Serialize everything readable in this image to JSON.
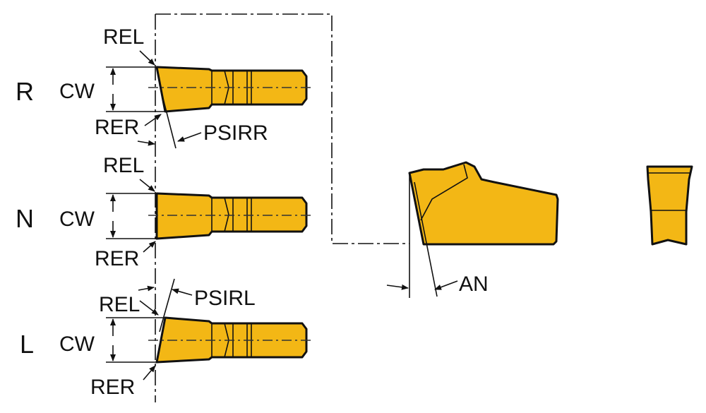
{
  "colors": {
    "insert_fill": "#f3b715",
    "outline": "#111111",
    "background": "#ffffff"
  },
  "views": [
    {
      "variant": "R",
      "labels": {
        "top_edge": "REL",
        "width": "CW",
        "bottom_edge": "RER",
        "angle": "PSIRR"
      }
    },
    {
      "variant": "N",
      "labels": {
        "top_edge": "REL",
        "width": "CW",
        "bottom_edge": "RER"
      }
    },
    {
      "variant": "L",
      "labels": {
        "angle": "PSIRL",
        "top_edge": "REL",
        "width": "CW",
        "bottom_edge": "RER"
      }
    }
  ],
  "side_view": {
    "clearance_angle": "AN"
  }
}
